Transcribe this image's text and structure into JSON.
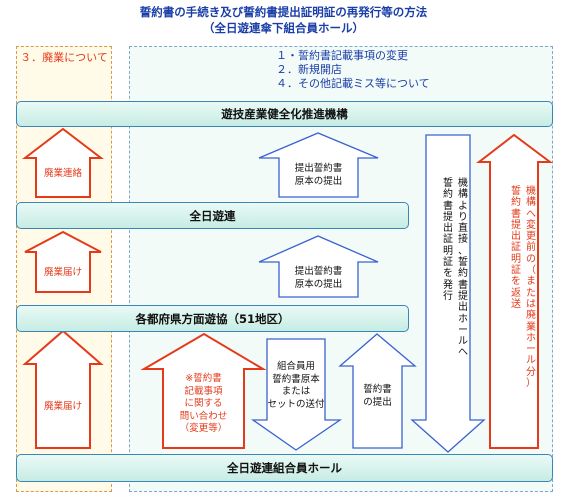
{
  "title": {
    "line1": "誓約書の手続き及び誓約書提出証明証の再発行等の方法",
    "line2": "（全日遊連傘下組合員ホール）"
  },
  "left_zone": {
    "label": "３．廃業について"
  },
  "topics": [
    "１・誓約書記載事項の変更",
    "２．新規開店",
    "４．その他記載ミス等について"
  ],
  "bands": {
    "kiko": "遊技産業健全化推進機構",
    "zennichi": "全日遊連",
    "kenkyo": "各都府県方面遊協（51地区）",
    "hall": "全日遊連組合員ホール"
  },
  "arrows": {
    "red_up_1": "廃業連絡",
    "red_up_2": "廃業届け",
    "red_up_3": "廃業届け",
    "blue_up_1": [
      "提出誓約書",
      "原本の提出"
    ],
    "blue_up_2": [
      "提出誓約書",
      "原本の提出"
    ],
    "blue_down_1": [
      "組合員用",
      "誓約書原本",
      "または",
      "セットの送付"
    ],
    "blue_up_3": [
      "誓約書",
      "の提出"
    ],
    "red_inquiry": [
      "※誓約書",
      "記載事項",
      "に関する",
      "問い合わせ",
      "（変更等）"
    ],
    "blue_long_down": [
      "機構より直接、誓約書提出ホールへ",
      "誓約書提出証明証を発行"
    ],
    "red_long_up": [
      "機構へ変更前の（または廃業ホール分）",
      "誓約書提出証明証を返送"
    ]
  },
  "colors": {
    "title": "#1a3ea8",
    "red_arrow": "#e43a1a",
    "blue_arrow": "#3a62d0",
    "band_border": "#3a86b8",
    "band_fill": "#d6f2ec"
  }
}
